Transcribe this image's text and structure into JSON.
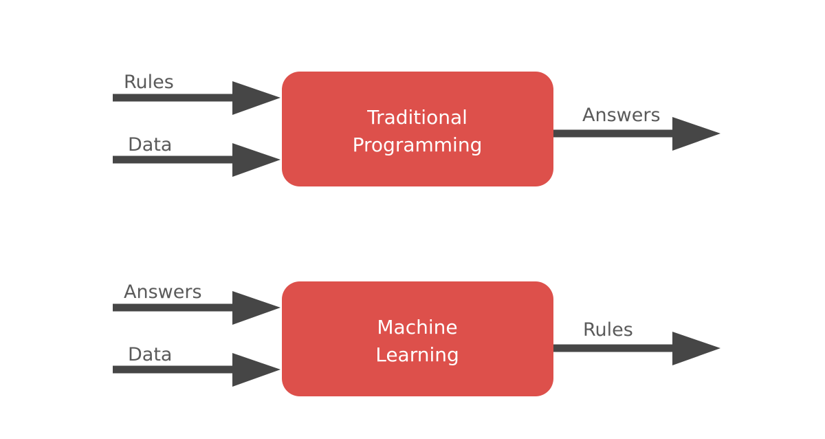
{
  "colors": {
    "box_fill": "#dd504b",
    "arrow": "#464646",
    "label_text": "#5a5a5a",
    "box_text": "#ffffff"
  },
  "diagrams": [
    {
      "box": {
        "line1": "Traditional",
        "line2": "Programming"
      },
      "inputs": [
        "Rules",
        "Data"
      ],
      "output": "Answers"
    },
    {
      "box": {
        "line1": "Machine",
        "line2": "Learning"
      },
      "inputs": [
        "Answers",
        "Data"
      ],
      "output": "Rules"
    }
  ]
}
